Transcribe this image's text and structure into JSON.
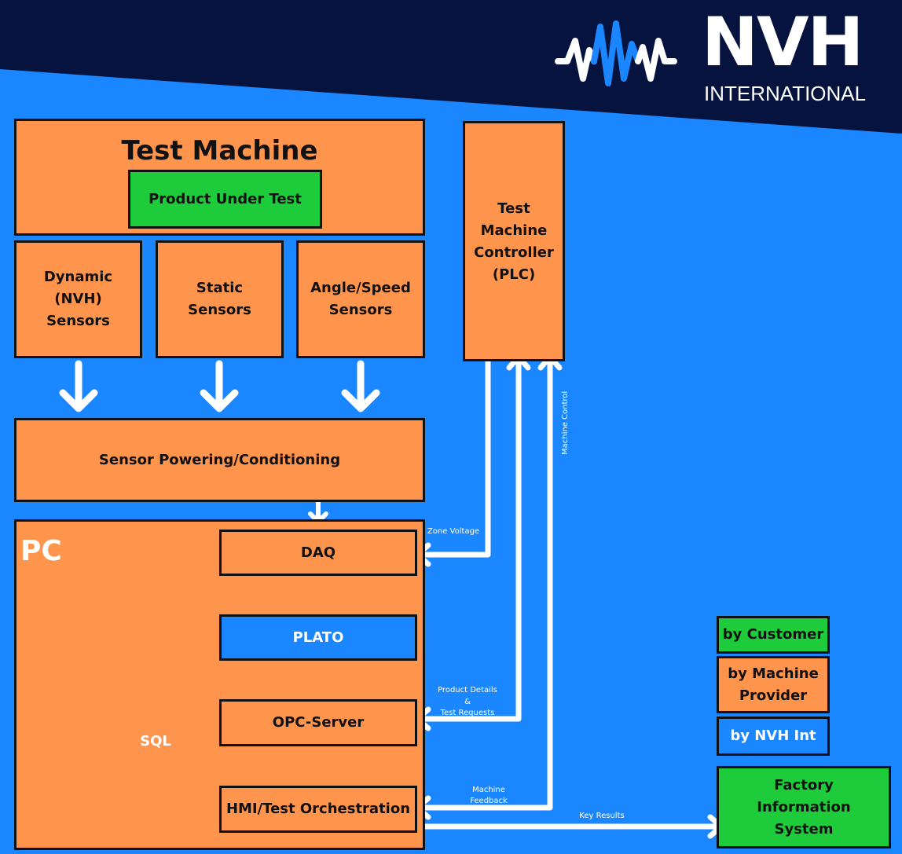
{
  "brand": {
    "name": "NVH",
    "sub": "INTERNATIONAL"
  },
  "boxes": {
    "test_machine": "Test Machine",
    "product_under_test": "Product Under Test",
    "dynamic_sensors": "Dynamic (NVH) Sensors",
    "static_sensors": "Static Sensors",
    "angle_sensors": "Angle/Speed Sensors",
    "sensor_conditioning": "Sensor Powering/Conditioning",
    "plc": "Test Machine Controller (PLC)",
    "pc": "PC",
    "daq": "DAQ",
    "plato": "PLATO",
    "opc_server": "OPC-Server",
    "sql": "SQL",
    "hmi": "HMI/Test Orchestration",
    "factory_info": "Factory Information System"
  },
  "legend": {
    "customer": "by Customer",
    "machine_provider": "by Machine Provider",
    "nvh_int": "by NVH Int"
  },
  "connectors": {
    "zone_voltage": "Zone Voltage",
    "product_details": "Product Details",
    "ampersand": "&",
    "test_requests": "Test Requests",
    "machine_control": "Machine Control",
    "machine_feedback_1": "Machine",
    "machine_feedback_2": "Feedback",
    "key_results": "Key Results"
  },
  "colors": {
    "background": "#1a86ff",
    "header": "#06133f",
    "machine_provider": "#ff944d",
    "customer": "#1ecb3a",
    "nvh": "#1a86ff"
  }
}
